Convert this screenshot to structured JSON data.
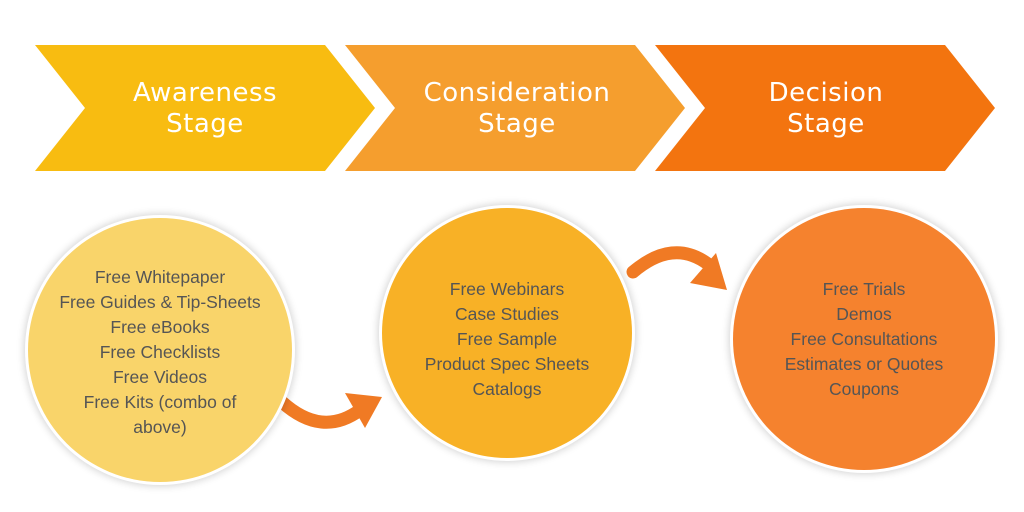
{
  "colors": {
    "awareness": "#F8BC11",
    "consideration": "#F59E2E",
    "decision": "#F3740F",
    "circle_awareness": "#F9D46A",
    "circle_consideration": "#F8B126",
    "circle_decision": "#F5822E",
    "arrow": "#F07A24",
    "text_dark": "#555555"
  },
  "stages": [
    {
      "line1": "Awareness",
      "line2": "Stage"
    },
    {
      "line1": "Consideration",
      "line2": "Stage"
    },
    {
      "line1": "Decision",
      "line2": "Stage"
    }
  ],
  "circles": [
    {
      "items": [
        "Free Whitepaper",
        "Free Guides & Tip-Sheets",
        "Free eBooks",
        "Free Checklists",
        "Free Videos",
        "Free Kits (combo of",
        "above)"
      ]
    },
    {
      "items": [
        "Free Webinars",
        "Case Studies",
        "Free Sample",
        "Product Spec Sheets",
        "Catalogs"
      ]
    },
    {
      "items": [
        "Free Trials",
        "Demos",
        "Free Consultations",
        "Estimates or Quotes",
        "Coupons"
      ]
    }
  ]
}
